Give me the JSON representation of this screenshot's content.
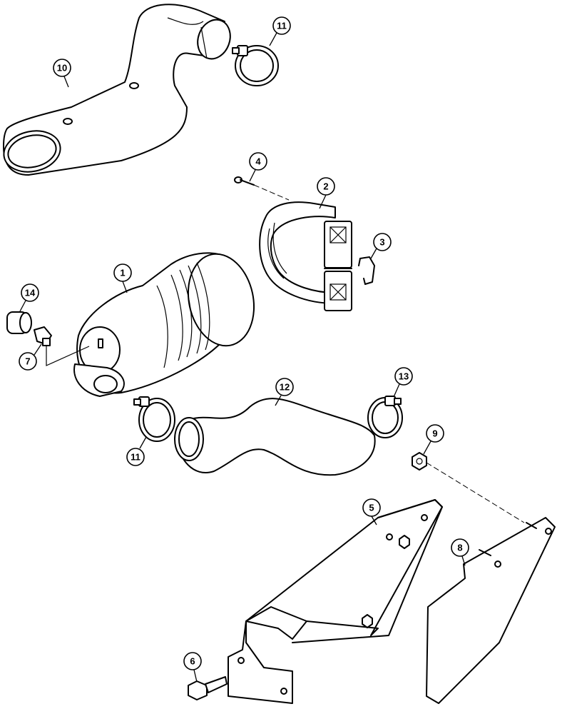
{
  "diagram": {
    "callouts": [
      {
        "id": "c1",
        "label": "1"
      },
      {
        "id": "c2",
        "label": "2"
      },
      {
        "id": "c3",
        "label": "3"
      },
      {
        "id": "c4",
        "label": "4"
      },
      {
        "id": "c5",
        "label": "5"
      },
      {
        "id": "c6",
        "label": "6"
      },
      {
        "id": "c7",
        "label": "7"
      },
      {
        "id": "c8",
        "label": "8"
      },
      {
        "id": "c9",
        "label": "9"
      },
      {
        "id": "c10",
        "label": "10"
      },
      {
        "id": "c11a",
        "label": "11"
      },
      {
        "id": "c11b",
        "label": "11"
      },
      {
        "id": "c12",
        "label": "12"
      },
      {
        "id": "c13",
        "label": "13"
      },
      {
        "id": "c14",
        "label": "14"
      }
    ]
  }
}
